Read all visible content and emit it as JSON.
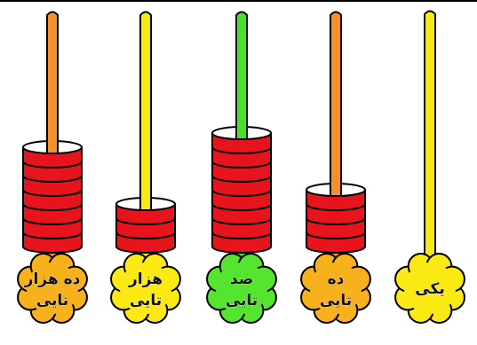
{
  "colors": {
    "bead": "#e8141d",
    "outline": "#000000",
    "flower_orange": "#f7b11a",
    "flower_yellow": "#fbe914",
    "flower_green": "#55e52e"
  },
  "rods": [
    {
      "id": "ten-thousands",
      "label_line1": "ده هزار",
      "label_line2": "تایی",
      "beads": 7,
      "rod_color": "#f5902c",
      "flower_color": "#f7b11a"
    },
    {
      "id": "thousands",
      "label_line1": "هزار",
      "label_line2": "تایی",
      "beads": 3,
      "rod_color": "#fbe914",
      "flower_color": "#fbe914"
    },
    {
      "id": "hundreds",
      "label_line1": "صد",
      "label_line2": "تایی",
      "beads": 8,
      "rod_color": "#45e22a",
      "flower_color": "#55e52e"
    },
    {
      "id": "tens",
      "label_line1": "ده",
      "label_line2": "تایی",
      "beads": 4,
      "rod_color": "#f5902c",
      "flower_color": "#f7b11a"
    },
    {
      "id": "ones",
      "label_line1": "یکی",
      "label_line2": "",
      "beads": 0,
      "rod_color": "#fbe914",
      "flower_color": "#fbe914"
    }
  ]
}
